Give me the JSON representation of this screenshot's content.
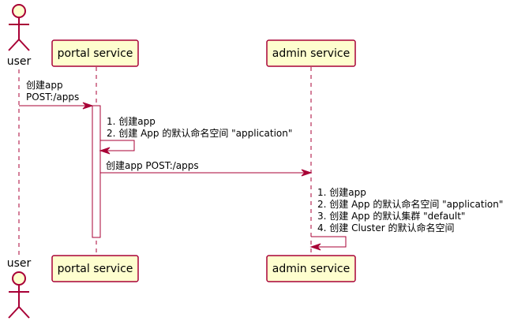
{
  "participants": {
    "user": {
      "label": "user"
    },
    "portal": {
      "label": "portal service"
    },
    "admin": {
      "label": "admin service"
    }
  },
  "colors": {
    "box_fill": "#FEFECE",
    "border": "#A80036"
  },
  "messages": {
    "m1": {
      "lines": [
        "创建app",
        "POST:/apps"
      ]
    },
    "m2": {
      "lines": [
        "1. 创建app",
        "2. 创建 App 的默认命名空间 \"application\""
      ]
    },
    "m3": {
      "lines": [
        "创建app POST:/apps"
      ]
    },
    "m4": {
      "lines": [
        "1. 创建app",
        "2. 创建 App 的默认命名空间 \"application\"",
        "3. 创建 App 的默认集群 \"default\"",
        "4. 创建 Cluster 的默认命名空间"
      ]
    }
  }
}
